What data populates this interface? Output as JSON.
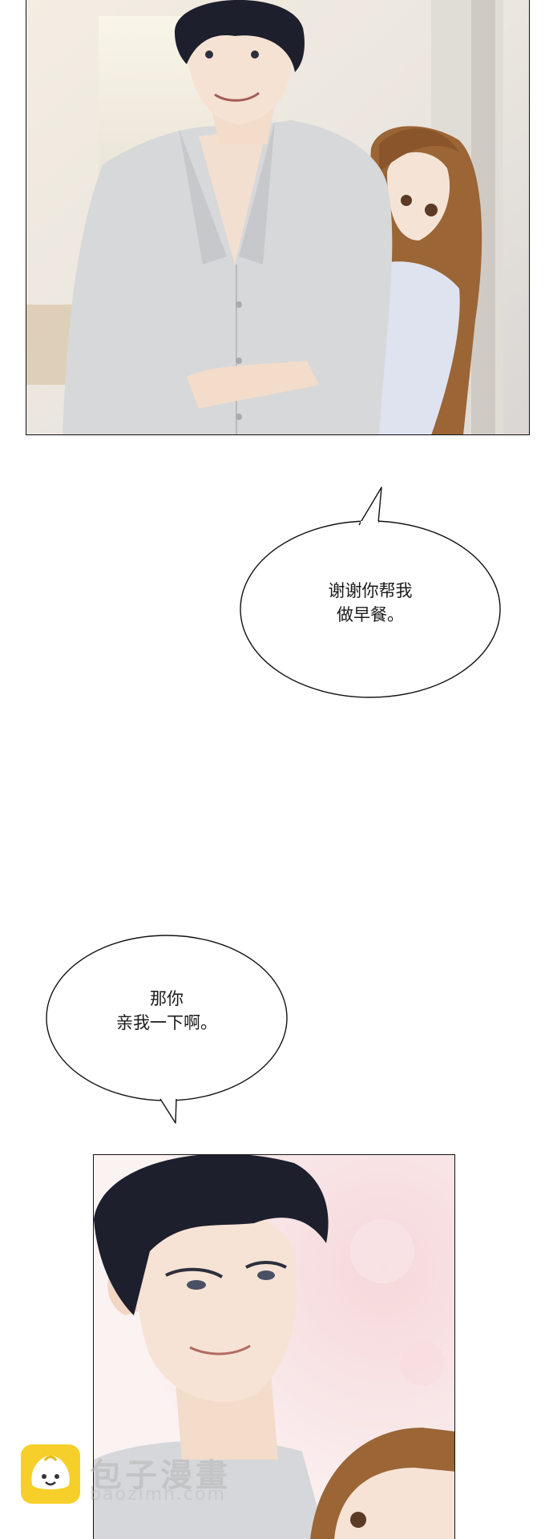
{
  "panels": [
    {
      "id": "panel-1",
      "scene": "man-with-woman-hugging-from-behind"
    },
    {
      "id": "panel-2",
      "scene": "man-close-up-smiling"
    }
  ],
  "bubbles": {
    "first": {
      "line1": "谢谢你帮我",
      "line2": "做早餐。"
    },
    "second": {
      "line1": "那你",
      "line2": "亲我一下啊。"
    }
  },
  "watermark": {
    "text": "包子漫畫",
    "subtext": "baozimh.com",
    "icon": "bun-face-icon",
    "color": "#f7cf2a"
  },
  "colors": {
    "border": "#111111",
    "hair_dark": "#1d1f2c",
    "hair_brown": "#9b6536",
    "shirt_gray": "#d7d8da"
  }
}
